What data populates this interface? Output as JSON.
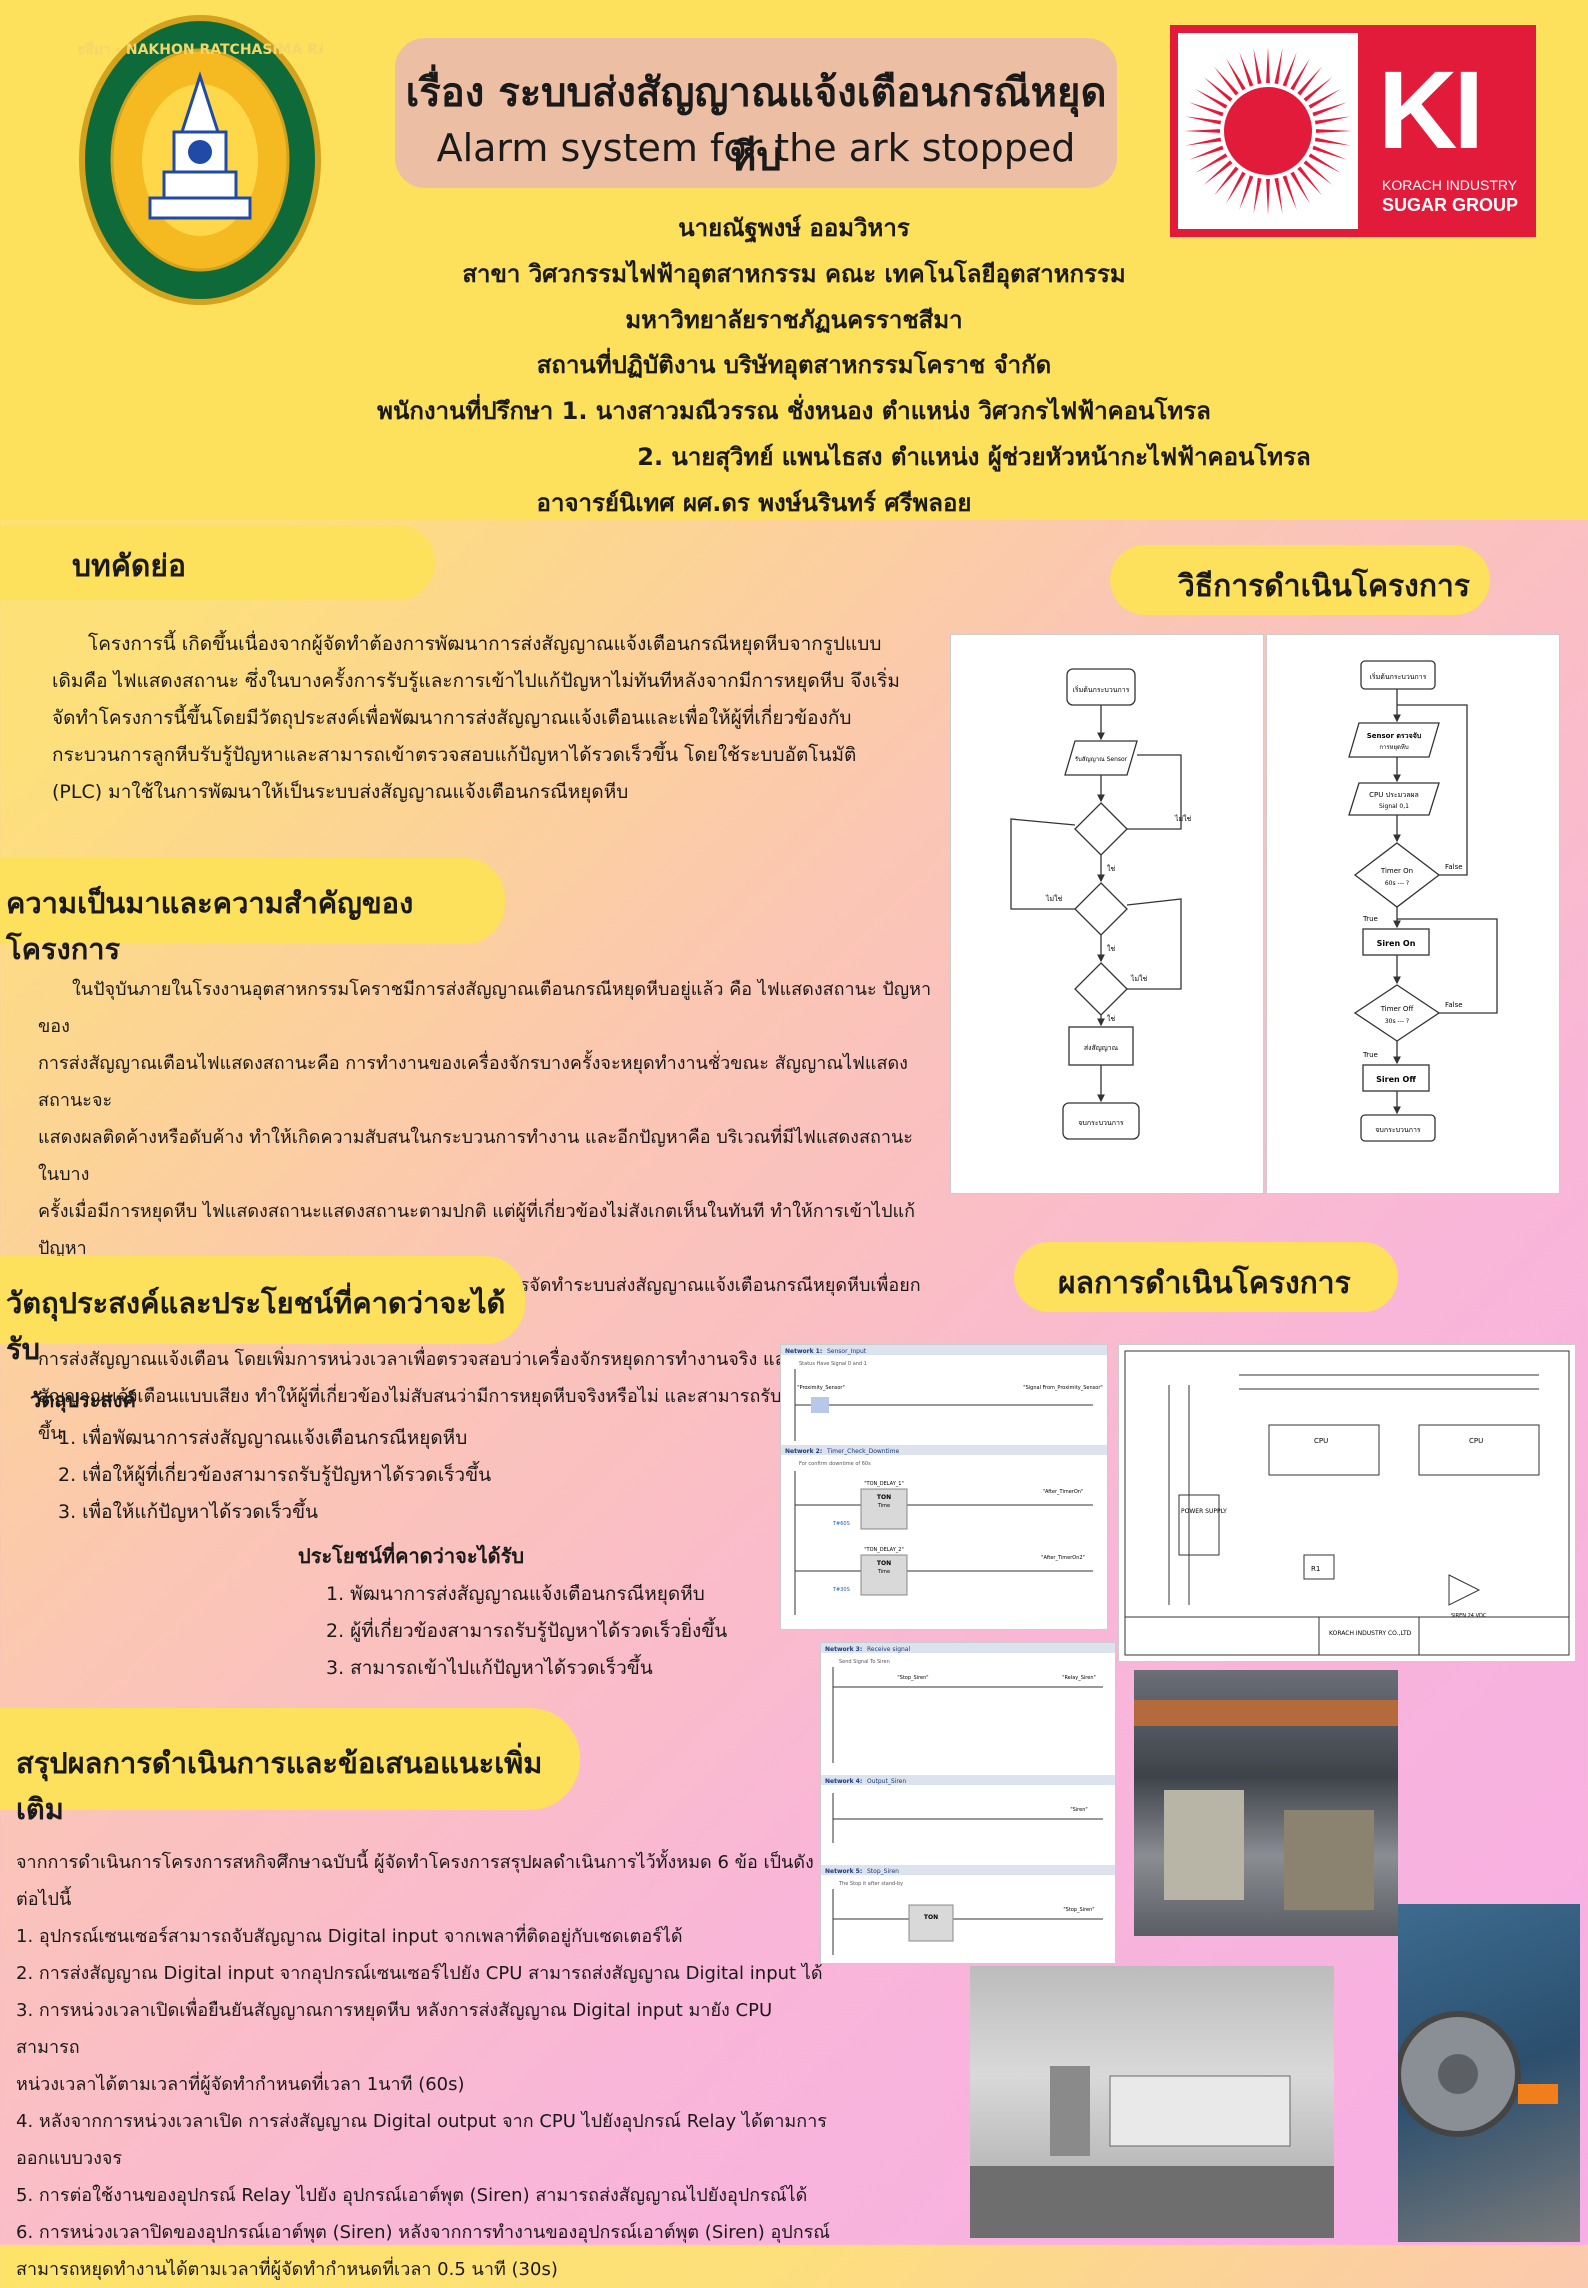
{
  "header": {
    "title_th": "เรื่อง ระบบส่งสัญญาณแจ้งเตือนกรณีหยุดหีบ",
    "title_en": "Alarm system for the ark stopped",
    "author": "นายณัฐพงษ์ ออมวิหาร",
    "department": "สาขา วิศวกรรมไฟฟ้าอุตสาหกรรม คณะ เทคโนโลยีอุตสาหกรรม",
    "university": "มหาวิทยาลัยราชภัฏนครราชสีมา",
    "workplace": "สถานที่ปฏิบัติงาน บริษัทอุตสาหกรรมโคราช จำกัด",
    "advisor1": "พนักงานที่ปรึกษา 1. นางสาวมณีวรรณ ชั่งหนอง ตำแหน่ง วิศวกรไฟฟ้าคอนโทรล",
    "advisor2": "2. นายสุวิทย์ แพนไธสง  ตำแหน่ง ผู้ช่วยหัวหน้ากะไฟฟ้าคอนโทรล",
    "supervisor": "อาจารย์นิเทศ ผศ.ดร พงษ์นรินทร์ ศรีพลอย"
  },
  "logos": {
    "university_ring_text": "มหาวิทยาลัยราชภัฏนครราชสีมา · NAKHON RATCHASIMA RAJABHAT UNIVERSITY",
    "ki_mark": "KI",
    "ki_line1": "KORACH INDUSTRY",
    "ki_line2": "SUGAR GROUP",
    "ki_red": "#e31b3b"
  },
  "sections": {
    "abstract": {
      "heading": "บทคัดย่อ",
      "lines": [
        "โครงการนี้ เกิดขึ้นเนื่องจากผู้จัดทำต้องการพัฒนาการส่งสัญญาณแจ้งเตือนกรณีหยุดหีบจากรูปแบบ",
        "เดิมคือ ไฟแสดงสถานะ ซึ่งในบางครั้งการรับรู้และการเข้าไปแก้ปัญหาไม่ทันทีหลังจากมีการหยุดหีบ จึงเริ่ม",
        "จัดทำโครงการนี้ขึ้นโดยมีวัตถุประสงค์เพื่อพัฒนาการส่งสัญญาณแจ้งเตือนและเพื่อให้ผู้ที่เกี่ยวข้องกับ",
        "กระบวนการลูกหีบรับรู้ปัญหาและสามารถเข้าตรวจสอบแก้ปัญหาได้รวดเร็วขึ้น โดยใช้ระบบอัตโนมัติ",
        "(PLC) มาใช้ในการพัฒนาให้เป็นระบบส่งสัญญาณแจ้งเตือนกรณีหยุดหีบ"
      ]
    },
    "background": {
      "heading": "ความเป็นมาและความสำคัญของโครงการ",
      "lines": [
        "ในปัจุบันภายในโรงงานอุตสาหกรรมโคราชมีการส่งสัญญาณเตือนกรณีหยุดหีบอยู่แล้ว คือ ไฟแสดงสถานะ ปัญหาของ",
        "การส่งสัญญาณเตือนไฟแสดงสถานะคือ การทำงานของเครื่องจักรบางครั้งจะหยุดทำงานชั่วขณะ สัญญาณไฟแสดงสถานะจะ",
        "แสดงผลติดค้างหรือดับค้าง ทำให้เกิดความสับสนในกระบวนการทำงาน และอีกปัญหาคือ บริเวณที่มีไฟแสดงสถานะ ในบาง",
        "ครั้งเมื่อมีการหยุดหีบ ไฟแสดงสถานะแสดงสถานะตามปกติ แต่ผู้ที่เกี่ยวข้องไม่สังเกตเห็นในทันที ทำให้การเข้าไปแก้ปัญหา",
        "ล่าช้า ส่งผลกระทบต่อกระบวนการผลิตมากขึ้น ดังนั้น จึงได้มีการจัดทำระบบส่งสัญญาณแจ้งเตือนกรณีหยุดหีบเพื่อยกระดับ",
        "การส่งสัญญาณแจ้งเตือน โดยเพิ่มการหน่วงเวลาเพื่อตรวจสอบว่าเครื่องจักรหยุดการทำงานจริง และติดตั้งอุปกรณ์ส่ง",
        "สัญญาณแจ้งเตือนแบบเสียง ทำให้ผู้ที่เกี่ยวข้องไม่สับสนว่ามีการหยุดหีบจริงหรือไม่ และสามารถรับรู้ปัญหาได้รวดเร็วยิ่งขึ้น"
      ]
    },
    "objectives": {
      "heading": "วัตถุประสงค์และประโยชน์ที่คาดว่าจะได้รับ",
      "obj_title": "วัตถุประสงค์",
      "obj_items": [
        "1. เพื่อพัฒนาการส่งสัญญาณแจ้งเตือนกรณีหยุดหีบ",
        "2. เพื่อให้ผู้ที่เกี่ยวข้องสามารถรับรู้ปัญหาได้รวดเร็วขึ้น",
        "3. เพื่อให้แก้ปัญหาได้รวดเร็วขึ้น"
      ],
      "benefit_title": "ประโยชน์ที่คาดว่าจะได้รับ",
      "benefit_items": [
        "1. พัฒนาการส่งสัญญาณแจ้งเตือนกรณีหยุดหีบ",
        "2. ผู้ที่เกี่ยวข้องสามารถรับรู้ปัญหาได้รวดเร็วยิ่งขึ้น",
        "3. สามารถเข้าไปแก้ปัญหาได้รวดเร็วขึ้น"
      ]
    },
    "conclusion": {
      "heading": "สรุปผลการดำเนินการและข้อเสนอแนะเพิ่มเติม",
      "lines": [
        "จากการดำเนินการโครงการสหกิจศึกษาฉบับนี้ ผู้จัดทำโครงการสรุปผลดำเนินการไว้ทั้งหมด 6 ข้อ เป็นดังต่อไปนี้",
        "1. อุปกรณ์เซนเซอร์สามารถจับสัญญาณ Digital input จากเพลาที่ติดอยู่กับเซดเตอร์ได้",
        "2. การส่งสัญญาณ Digital input จากอุปกรณ์เซนเซอร์ไปยัง CPU สามารถส่งสัญญาณ Digital input ได้",
        "3. การหน่วงเวลาเปิดเพื่อยืนยันสัญญาณการหยุดหีบ หลังการส่งสัญญาณ Digital input มายัง  CPU  สามารถ",
        "หน่วงเวลาได้ตามเวลาที่ผู้จัดทำกำหนดที่เวลา 1นาที (60s)",
        "4. หลังจากการหน่วงเวลาเปิด การส่งสัญญาณ Digital output จาก CPU ไปยังอุปกรณ์ Relay ได้ตามการ",
        "ออกแบบวงจร",
        "5. การต่อใช้งานของอุปกรณ์ Relay ไปยัง อุปกรณ์เอาต์พุต (Siren) สามารถส่งสัญญาณไปยังอุปกรณ์ได้",
        "6. การหน่วงเวลาปิดของอุปกรณ์เอาต์พุต (Siren) หลังจากการทำงานของอุปกรณ์เอาต์พุต (Siren)  อุปกรณ์",
        "สามารถหยุดทำงานได้ตามเวลาที่ผู้จัดทำกำหนดที่เวลา 0.5 นาที (30s)"
      ]
    },
    "method": {
      "heading": "วิธีการดำเนินโครงการ"
    },
    "results": {
      "heading": "ผลการดำเนินโครงการ"
    }
  },
  "flowchart_left": {
    "start": "เริ่มต้นกระบวนการ",
    "input": "รับสัญญาณ Sensor",
    "yes": "ใช่",
    "no": "ไม่ใช่",
    "output": "ส่งสัญญาณ",
    "end": "จบกระบวนการ"
  },
  "flowchart_right": {
    "start": "เริ่มต้นกระบวนการ",
    "sensor": "Sensor ตรวจจับ",
    "sensor_sub": "การหยุดหีบ",
    "cpu": "CPU ประมวลผล",
    "cpu_sub": "Signal 0,1",
    "timer_on": "Timer On",
    "timer_on_sub": "60s --- ?",
    "siren_on": "Siren On",
    "timer_off": "Timer Off",
    "timer_off_sub": "30s --- ?",
    "siren_off": "Siren Off",
    "end": "จบกระบวนการ",
    "true_label": "True",
    "false_label": "False"
  },
  "ladder": {
    "n1": "Network 1:",
    "n1_name": "Sensor_Input",
    "n1_comment": "Status Have Signal 0 and 1",
    "n1_in": "\"Proximity_Sensor\"",
    "n1_out": "\"Signal From_Proximity_Sensor\"",
    "n2": "Network 2:",
    "n2_name": "Timer_Check_Downtime",
    "n2_comment": "For confirm downtime of 60s",
    "ton": "TON",
    "ton_sub": "Time",
    "ton_db1": "\"TON_DELAY_1\"",
    "ton_db2": "\"TON_DELAY_2\"",
    "out_a": "\"After_TimerOn\"",
    "out_b": "\"After_TimerOn2\"",
    "pt1": "T#60S",
    "pt2": "T#30S",
    "n3": "Network 3:",
    "n3_name": "Receive signal",
    "n3_comment": "Send Signal To Siren",
    "n3_in": "\"Stop_Siren\"",
    "n3_out": "\"Relay_Siren\"",
    "n4": "Network 4:",
    "n4_name": "Output_Siren",
    "n4_out": "\"Siren\"",
    "n5": "Network 5:",
    "n5_name": "Stop_Siren",
    "n5_comment": "The Stop it after stand-by",
    "n5_out": "\"Stop_Siren\""
  },
  "wiring": {
    "psu": "POWER SUPPLY",
    "cpu": "CPU",
    "relay": "R1",
    "company": "KORACH INDUSTRY CO.,LTD",
    "siren": "SIREN 24 VDC"
  }
}
